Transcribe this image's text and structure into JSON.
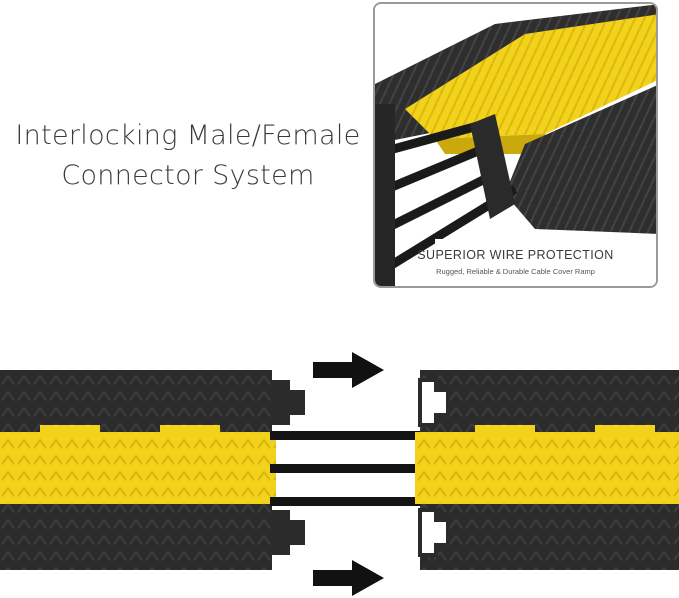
{
  "headline": {
    "line1": "Interlocking Male/Female",
    "line2": "Connector System"
  },
  "inset": {
    "title": "SUPERIOR WIRE PROTECTION",
    "subtitle": "Rugged, Reliable & Durable Cable Cover Ramp"
  },
  "icons": {
    "arrow_top": "arrow-right-icon",
    "arrow_bottom": "arrow-right-icon"
  },
  "colors": {
    "ramp_black": "#2b2b2b",
    "ramp_yellow": "#f2d21b",
    "text": "#3a3a3a"
  }
}
